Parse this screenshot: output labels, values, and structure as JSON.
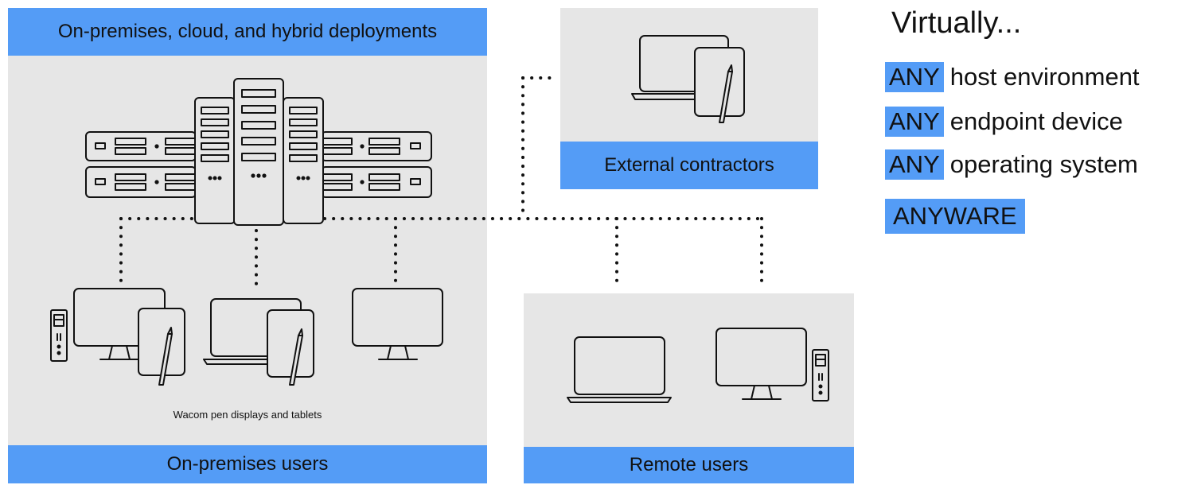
{
  "colors": {
    "accent": "#549cf6",
    "panel": "#e6e6e6",
    "ink": "#111111"
  },
  "onprem": {
    "header": "On-premises, cloud, and hybrid deployments",
    "caption": "Wacom pen displays and tablets",
    "footer": "On-premises users",
    "icons": [
      "server-rack-icon",
      "desktop-tower-icon",
      "monitor-icon",
      "pen-tablet-icon",
      "laptop-icon",
      "pen-tablet-icon",
      "monitor-icon"
    ]
  },
  "external": {
    "label": "External contractors",
    "icons": [
      "laptop-icon",
      "pen-tablet-icon"
    ]
  },
  "remote": {
    "label": "Remote users",
    "icons": [
      "laptop-icon",
      "monitor-icon",
      "desktop-tower-icon"
    ]
  },
  "tagline": "Virtually...",
  "any_items": [
    {
      "highlight": "ANY",
      "text": "host environment"
    },
    {
      "highlight": "ANY",
      "text": "endpoint device"
    },
    {
      "highlight": "ANY",
      "text": "operating system"
    }
  ],
  "anyware": "ANYWARE"
}
